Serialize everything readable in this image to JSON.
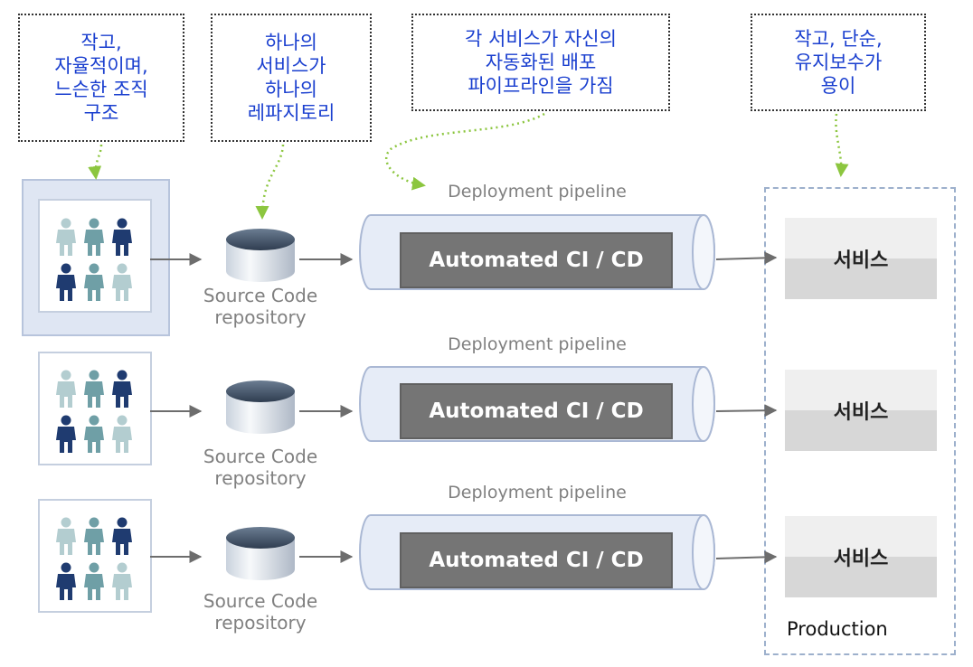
{
  "callouts": [
    {
      "text": "작고,\n자율적이며,\n느슨한 조직\n구조"
    },
    {
      "text": "하나의\n서비스가\n하나의\n레파지토리"
    },
    {
      "text": "각 서비스가 자신의\n자동화된 배포\n파이프라인을 가짐"
    },
    {
      "text": "작고, 단순,\n유지보수가\n용이"
    }
  ],
  "rows": [
    {
      "repo_label": "Source Code\nrepository",
      "pipeline_label": "Deployment pipeline",
      "ci_label": "Automated CI / CD",
      "service_label": "서비스"
    },
    {
      "repo_label": "Source Code\nrepository",
      "pipeline_label": "Deployment pipeline",
      "ci_label": "Automated CI / CD",
      "service_label": "서비스"
    },
    {
      "repo_label": "Source Code\nrepository",
      "pipeline_label": "Deployment pipeline",
      "ci_label": "Automated CI / CD",
      "service_label": "서비스"
    }
  ],
  "production_label": "Production",
  "colors": {
    "callout_text": "#1a3fcf",
    "person_light": "#b3cdd0",
    "person_mid": "#6f9fa6",
    "person_dark": "#1f3b70",
    "arrow": "#6d6d6d",
    "dotted_arrow": "#8cc63f",
    "pipe_fill": "#e6ecf7",
    "pipe_stroke": "#aab8d4",
    "ci_fill": "#757575"
  }
}
